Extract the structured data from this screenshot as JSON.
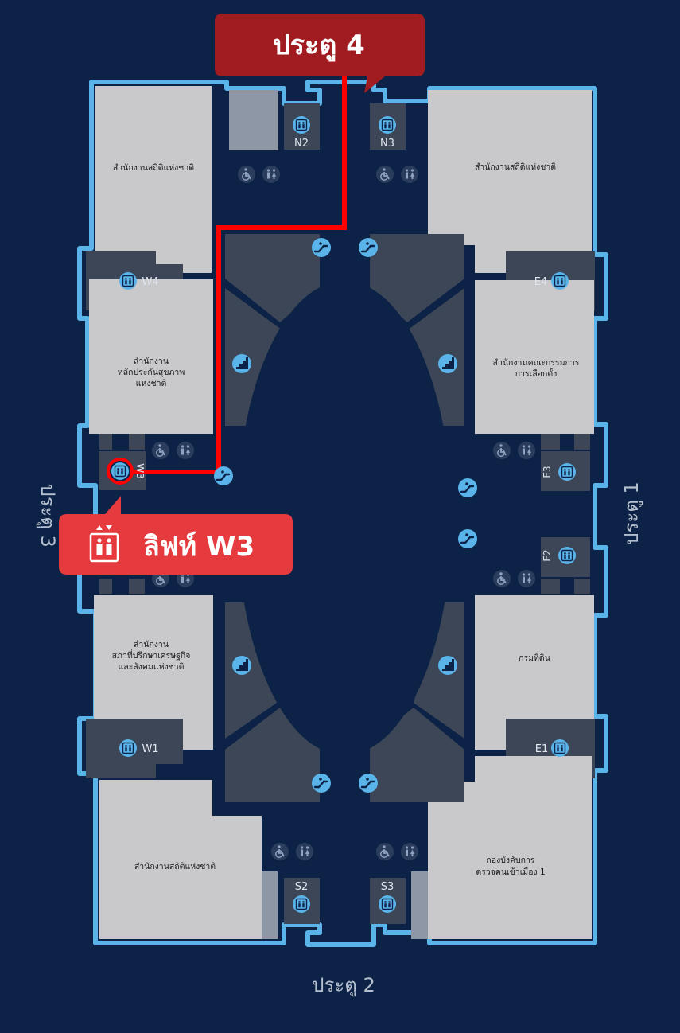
{
  "colors": {
    "background": "#0c2347",
    "outline": "#5ab4ea",
    "room": "#c9c9cc",
    "room_dark": "#3c4656",
    "route": "#ff0000",
    "gate4_callout": "#a01c20",
    "lift_callout": "#e53b3e",
    "icon_blue": "#5ab4ea"
  },
  "gates": {
    "gate1": "ประตู 1",
    "gate2": "ประตู 2",
    "gate3": "ประตู 3",
    "gate4": "ประตู 4"
  },
  "destination": {
    "callout_label": "ลิฟท์ W3",
    "icon": "elevator-icon"
  },
  "rooms": {
    "nw": "สำนักงานสถิติแห่งชาติ",
    "w_upper": [
      "สำนักงาน",
      "หลักประกันสุขภาพ",
      "แห่งชาติ"
    ],
    "ne": "สำนักงานสถิติแห่งชาติ",
    "e_upper": [
      "สำนักงานคณะกรรมการ",
      "การเลือกตั้ง"
    ],
    "w_lower": [
      "สำนักงาน",
      "สภาที่ปรึกษาเศรษฐกิจ",
      "และสังคมแห่งชาติ"
    ],
    "e_lower": "กรมที่ดิน",
    "sw": "สำนักงานสถิติแห่งชาติ",
    "se": [
      "กองบังคับการ",
      "ตรวจคนเข้าเมือง 1"
    ]
  },
  "lifts": {
    "n2": "N2",
    "n3": "N3",
    "w4": "W4",
    "w3": "W3",
    "w1": "W1",
    "e4": "E4",
    "e3": "E3",
    "e2": "E2",
    "e1": "E1",
    "s2": "S2",
    "s3": "S3"
  },
  "icons": {
    "elevator": "elevator-icon",
    "escalator": "escalator-icon",
    "stairs": "stairs-icon",
    "wheelchair": "wheelchair-icon",
    "restroom": "restroom-icon"
  }
}
